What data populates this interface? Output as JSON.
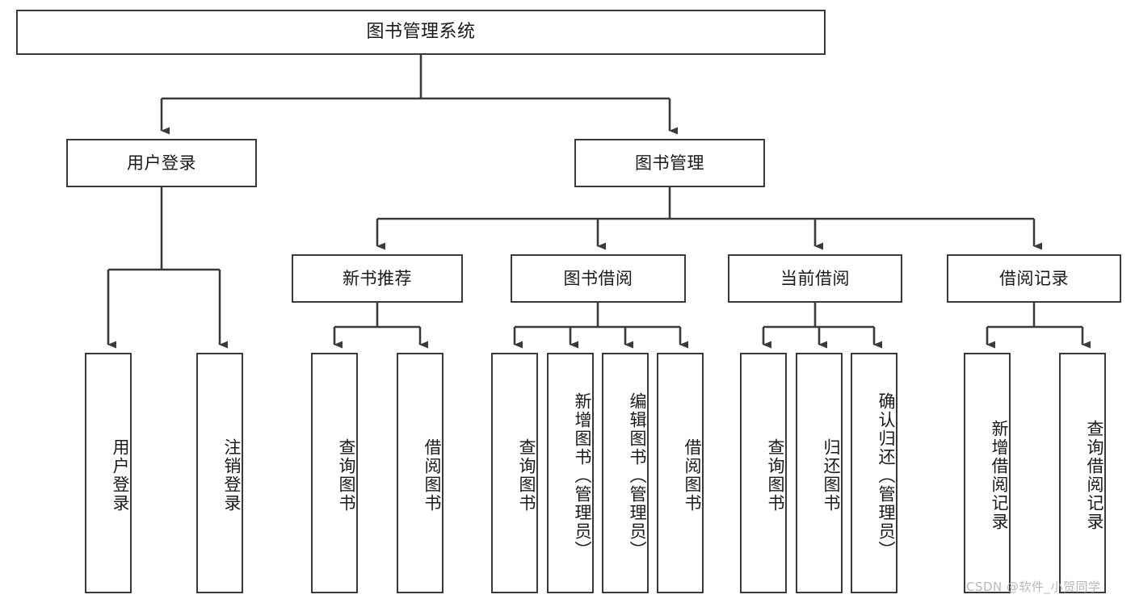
{
  "diagram": {
    "type": "tree-hierarchy-chart",
    "title": "图书管理系统",
    "watermark": "CSDN @软件_小贺同学",
    "colors": {
      "box_border": "#3a3a3a",
      "box_fill": "#ffffff",
      "connector": "#3a3a3a",
      "text": "#1a1a1a",
      "watermark": "#b8b8b8",
      "background": "#ffffff"
    },
    "nodes": {
      "root": {
        "label": "图书管理系统"
      },
      "level1": [
        {
          "label": "用户登录"
        },
        {
          "label": "图书管理"
        }
      ],
      "level2": [
        {
          "label": "新书推荐"
        },
        {
          "label": "图书借阅"
        },
        {
          "label": "当前借阅"
        },
        {
          "label": "借阅记录"
        }
      ],
      "leaves": {
        "user_login": [
          {
            "label": "用户登录"
          },
          {
            "label": "注销登录"
          }
        ],
        "new_book_recommend": [
          {
            "label": "查询图书"
          },
          {
            "label": "借阅图书"
          }
        ],
        "book_borrow": [
          {
            "label": "查询图书"
          },
          {
            "label": "新增图书（管理员）"
          },
          {
            "label": "编辑图书（管理员）"
          },
          {
            "label": "借阅图书"
          }
        ],
        "current_borrow": [
          {
            "label": "查询图书"
          },
          {
            "label": "归还图书"
          },
          {
            "label": "确认归还（管理员）"
          }
        ],
        "borrow_record": [
          {
            "label": "新增借阅记录"
          },
          {
            "label": "查询借阅记录"
          }
        ]
      }
    }
  }
}
